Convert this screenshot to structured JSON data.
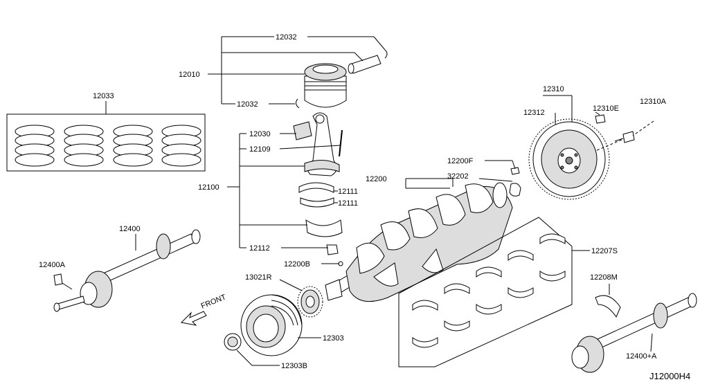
{
  "labels": {
    "p12032a": "12032",
    "p12010": "12010",
    "p12032b": "12032",
    "p12033": "12033",
    "p12030": "12030",
    "p12109": "12109",
    "p12100": "12100",
    "p12111a": "12111",
    "p12111b": "12111",
    "p12112": "12112",
    "p12200F": "12200F",
    "p12200": "12200",
    "p32202": "32202",
    "p12200B": "12200B",
    "p12310": "12310",
    "p12312": "12312",
    "p12310E": "12310E",
    "p12310A": "12310A",
    "p12207S": "12207S",
    "p12208M": "12208M",
    "p12400": "12400",
    "p12400A": "12400A",
    "p13021R": "13021R",
    "p12303": "12303",
    "p12303B": "12303B",
    "p12400plusA": "12400+A"
  },
  "front_label": "FRONT",
  "diagram_id": "J12000H4"
}
